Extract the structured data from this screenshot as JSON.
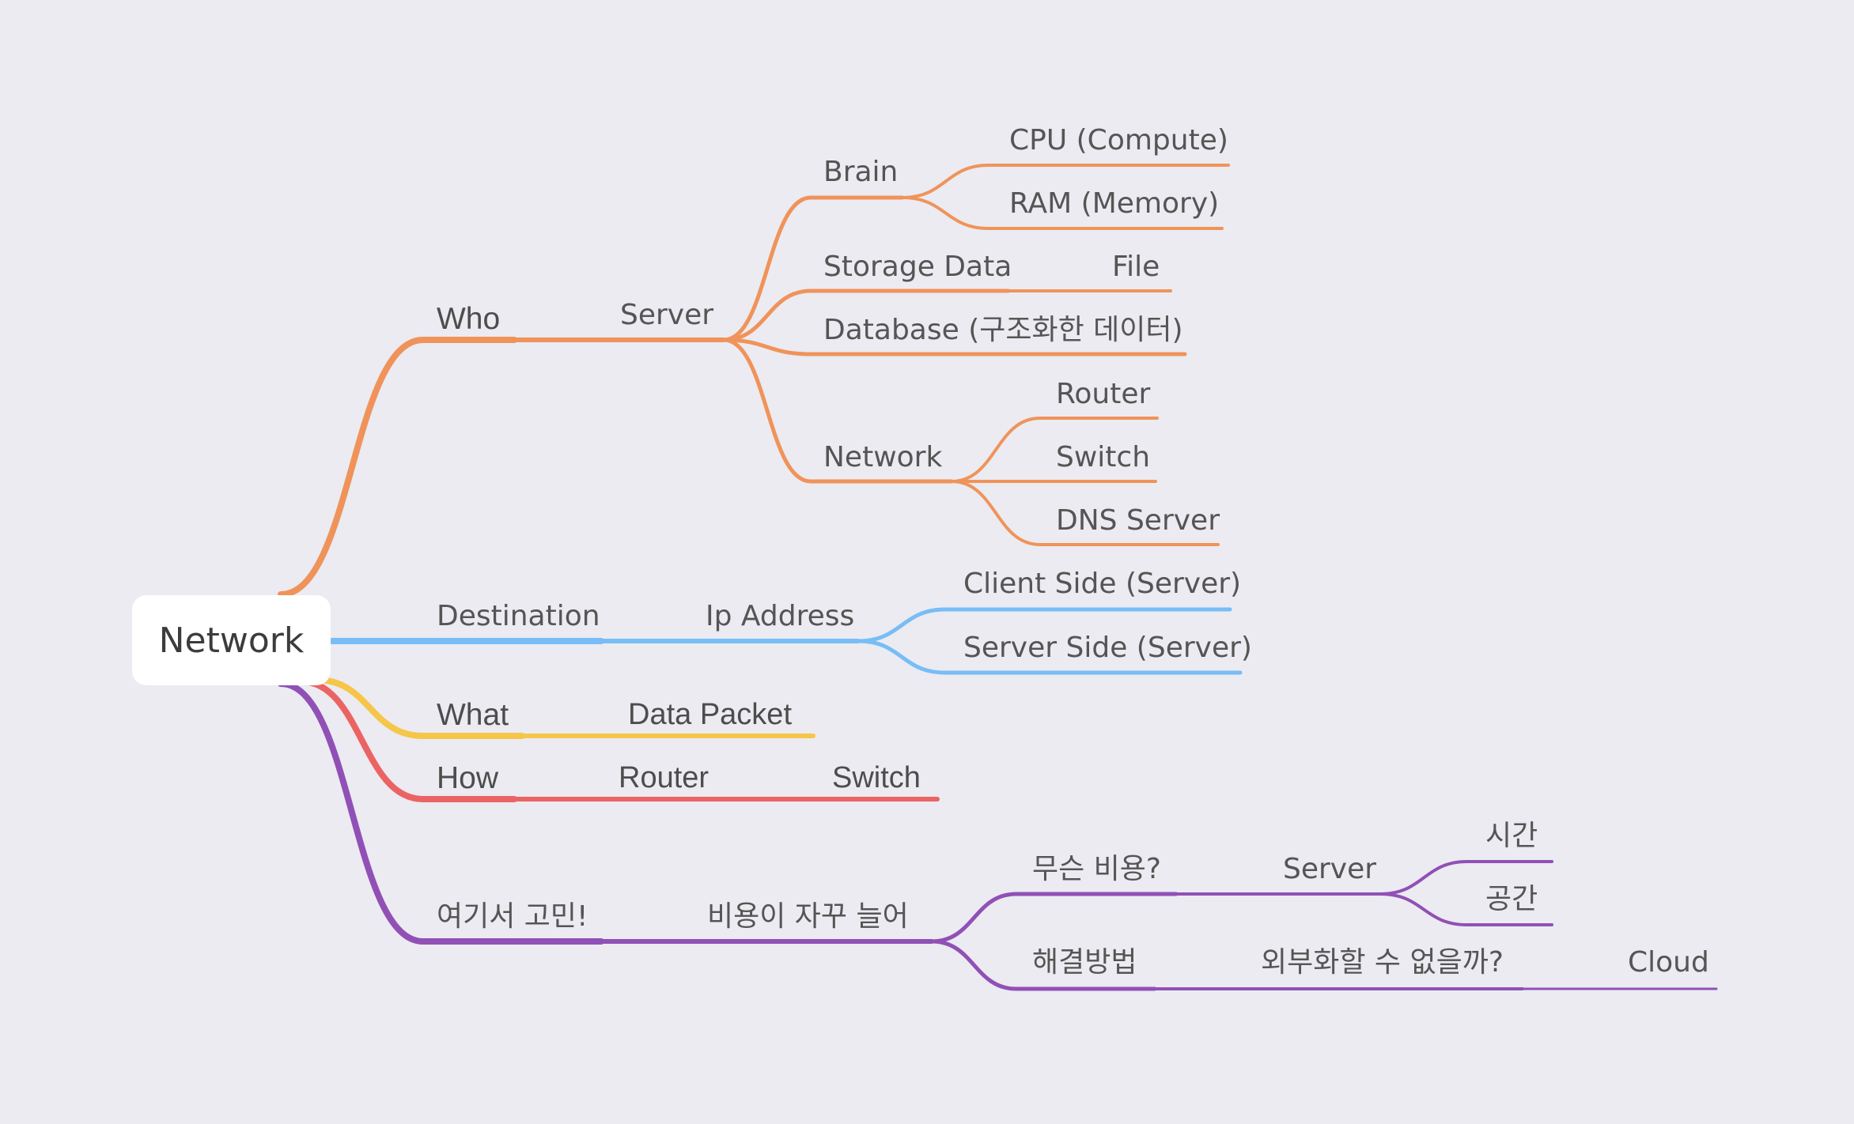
{
  "root": {
    "label": "Network"
  },
  "colors": {
    "who": "#f0935a",
    "destination": "#78bdf6",
    "what": "#f6c64a",
    "how": "#eb6464",
    "cost": "#9150b6",
    "background": "#ebebf1",
    "node": "#ffffff"
  },
  "branches": {
    "who": {
      "label": "Who",
      "server": {
        "label": "Server",
        "brain": {
          "label": "Brain",
          "cpu": "CPU (Compute)",
          "ram": "RAM (Memory)"
        },
        "storage": {
          "label": "Storage Data",
          "file": "File"
        },
        "database": {
          "label": "Database (구조화한 데이터)"
        },
        "network": {
          "label": "Network",
          "router": "Router",
          "switch": "Switch",
          "dns": "DNS Server"
        }
      }
    },
    "destination": {
      "label": "Destination",
      "ip": {
        "label": "Ip Address",
        "client": "Client Side (Server)",
        "server": "Server Side (Server)"
      }
    },
    "what": {
      "label": "What",
      "packet": "Data Packet"
    },
    "how": {
      "label": "How",
      "router": "Router",
      "switch": "Switch"
    },
    "cost": {
      "label": "여기서 고민!",
      "rising": {
        "label": "비용이 자꾸 늘어",
        "what_cost": {
          "label": "무슨 비용?",
          "server": {
            "label": "Server",
            "time": "시간",
            "space": "공간"
          }
        },
        "solution": {
          "label": "해결방법",
          "outsource": {
            "label": "외부화할 수 없을까?",
            "cloud": "Cloud"
          }
        }
      }
    }
  }
}
